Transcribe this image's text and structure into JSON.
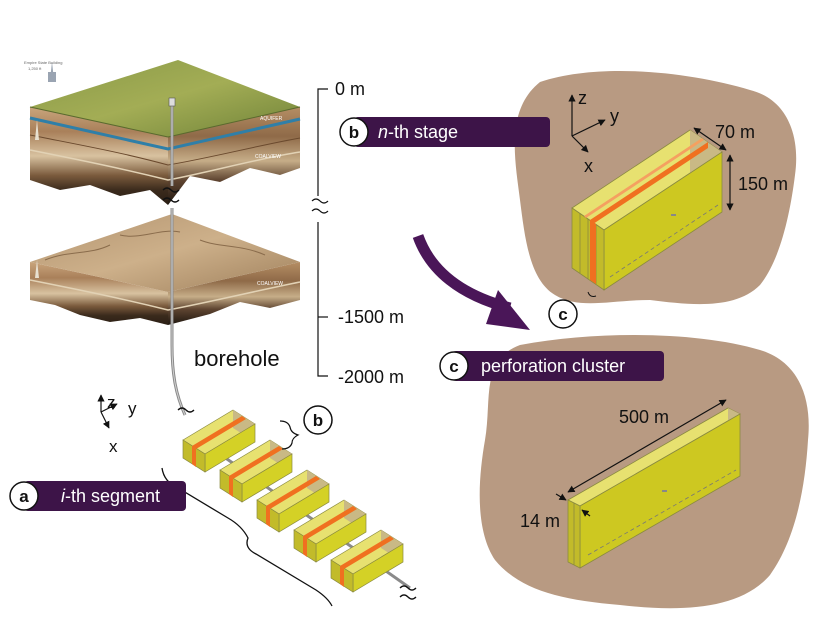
{
  "depth_scale": {
    "top": "0 m",
    "middle": "-1500 m",
    "bottom": "-2000 m"
  },
  "borehole_label": "borehole",
  "strata_labels": {
    "aquifer": "AQUIFER",
    "coalview_top": "COALVIEW",
    "coalview_bottom": "COALVIEW",
    "building": "Empire State Building",
    "building_height": "1,250 ft"
  },
  "tags": {
    "segment": {
      "letter": "a",
      "prefix": "i",
      "suffix": "-th segment"
    },
    "stage": {
      "letter": "b",
      "prefix": "n",
      "suffix": "-th stage"
    },
    "cluster": {
      "letter": "c",
      "text": "perforation cluster"
    }
  },
  "callouts": {
    "b": "b",
    "c": "c"
  },
  "stage_dims": {
    "width": "70 m",
    "height": "150 m"
  },
  "cluster_dims": {
    "length": "500 m",
    "thickness": "14 m"
  },
  "axes": {
    "z": "z",
    "y": "y",
    "x": "x"
  },
  "colors": {
    "tag_purple": "#3d1448",
    "arrow_purple": "#4a1658",
    "rock": "#b89a82",
    "block_yellow": "#d4d126",
    "fracture_orange": "#f07020"
  }
}
